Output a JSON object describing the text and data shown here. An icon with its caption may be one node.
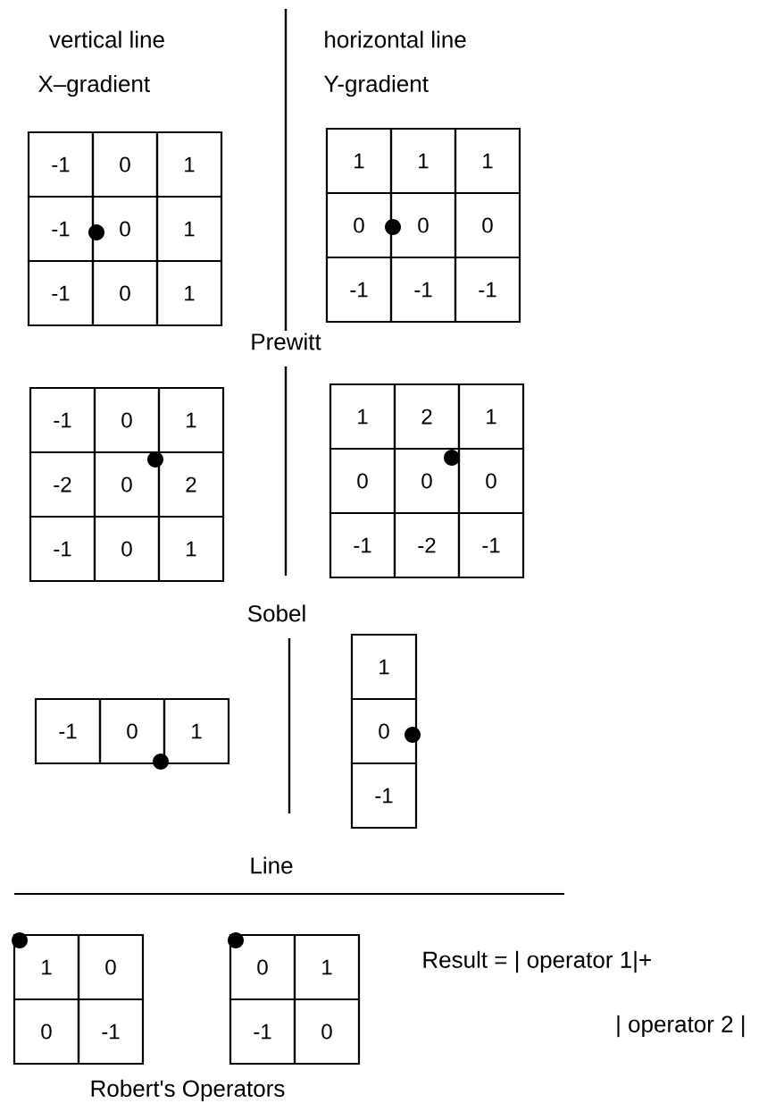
{
  "diagram": {
    "labels": [
      "vertical line",
      "X–gradient",
      "horizontal line",
      "Y-gradient",
      "-1",
      "0",
      "1",
      "-1",
      "0",
      "1",
      "-1",
      "0",
      "1",
      "1",
      "1",
      "1",
      "0",
      "0",
      "0",
      "-1",
      "-1",
      "-1",
      "Prewitt",
      "-1",
      "0",
      "1",
      "-2",
      "0",
      "2",
      "-1",
      "0",
      "1",
      "1",
      "2",
      "1",
      "0",
      "0",
      "0",
      "-1",
      "-2",
      "-1",
      "Sobel",
      "-1",
      "0",
      "1",
      "1",
      "0",
      "-1",
      "Line",
      "1",
      "0",
      "0",
      "-1",
      "0",
      "1",
      "-1",
      "0",
      "Result = | operator 1|+",
      "| operator 2 |",
      "Robert's Operators"
    ]
  }
}
